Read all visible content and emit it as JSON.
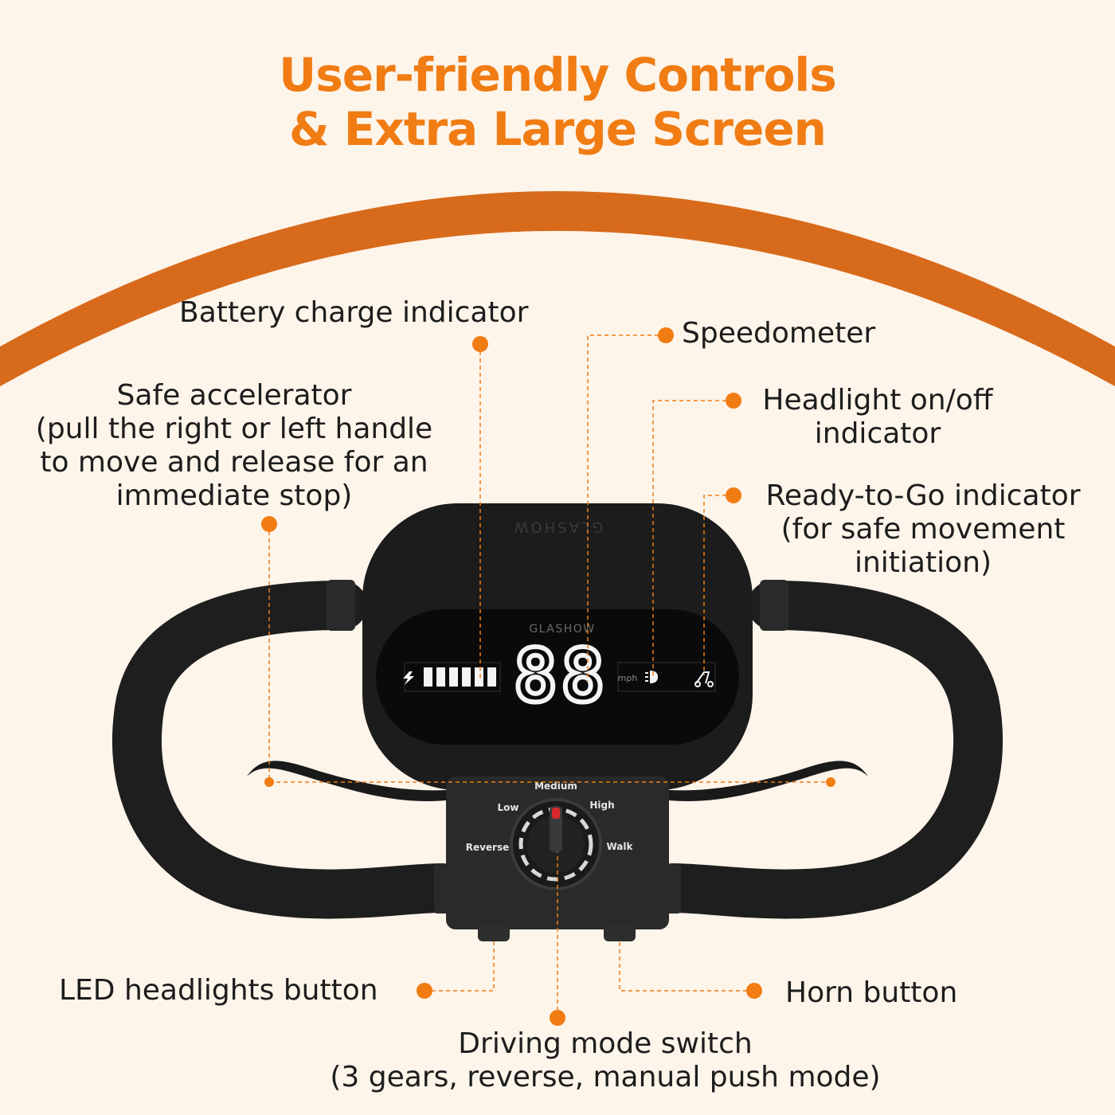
{
  "header": {
    "title_line1": "User-friendly Controls",
    "title_line2": "& Extra Large Screen"
  },
  "device": {
    "brand_top": "GLASHOW",
    "brand_screen": "GLASHOW",
    "speed_digits": "88",
    "speed_unit": "mph",
    "battery_bars_lit": 6,
    "dial": {
      "medium": "Medium",
      "low": "Low",
      "high": "High",
      "reverse": "Reverse",
      "walk": "Walk"
    }
  },
  "callouts": {
    "battery": "Battery charge indicator",
    "speedometer": "Speedometer",
    "headlight_ind_1": "Headlight on/off",
    "headlight_ind_2": "indicator",
    "accelerator_1": "Safe accelerator",
    "accelerator_2": "(pull the right or left handle",
    "accelerator_3": "to move and release for an",
    "accelerator_4": "immediate stop)",
    "ready_1": "Ready-to-Go indicator",
    "ready_2": "(for safe movement",
    "ready_3": "initiation)",
    "led_button": "LED headlights button",
    "horn_button": "Horn button",
    "mode_1": "Driving mode switch",
    "mode_2": "(3 gears, reverse, manual push mode)"
  },
  "colors": {
    "accent": "#f07c13",
    "arc": "#d86a1b",
    "background": "#fdf4ea",
    "device": "#1c1c1c",
    "screen": "#0a0a0a",
    "segment": "#f4f4f4"
  }
}
